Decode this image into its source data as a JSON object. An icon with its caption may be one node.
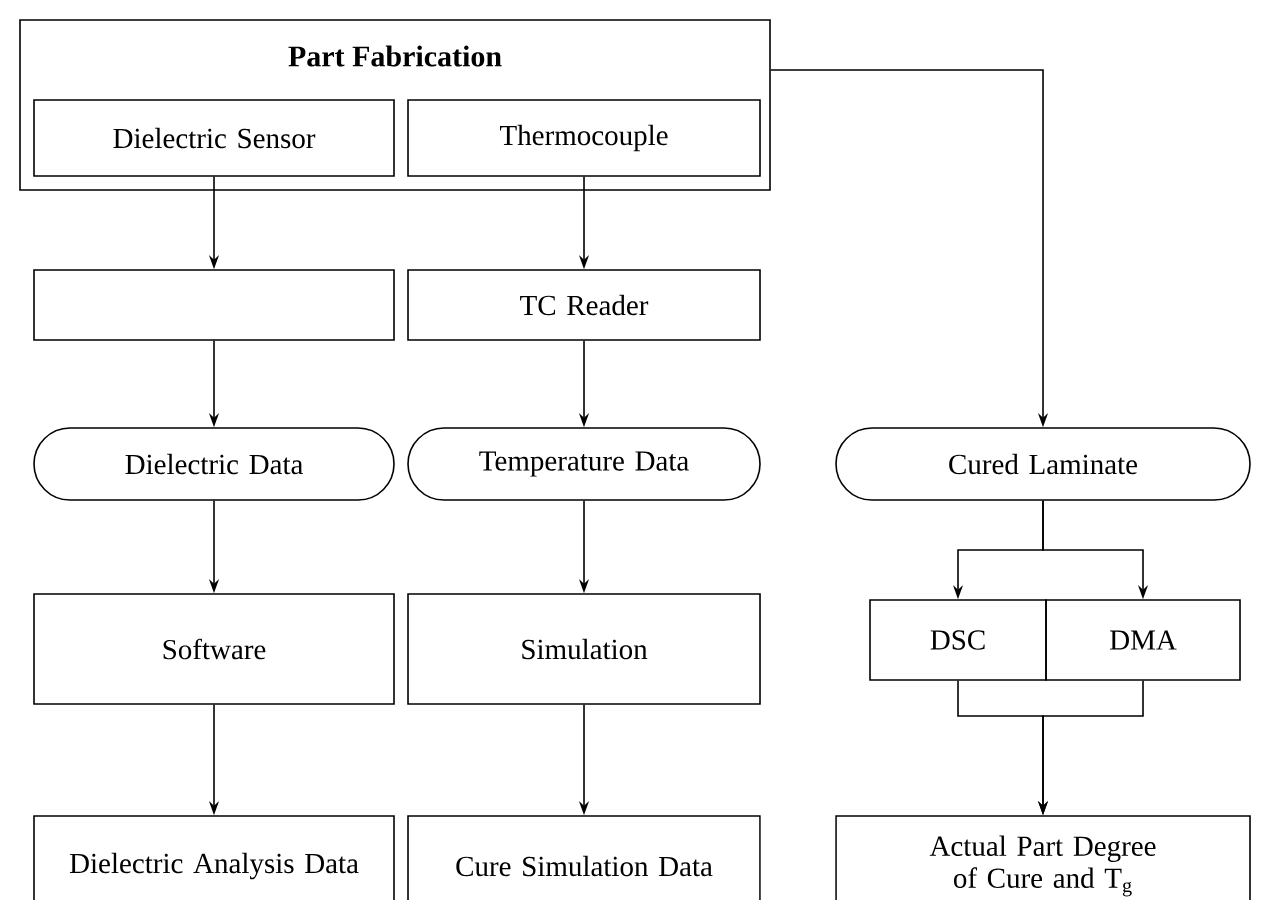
{
  "diagram": {
    "nodes": [
      {
        "text": [
          "Part Fabrication"
        ]
      },
      {
        "text": [
          "Dielectric Sensor"
        ],
        "in": 0
      },
      {
        "text": [
          "Thermocouple"
        ],
        "in": 0
      },
      {
        "text": [],
        "shape": "box"
      },
      {
        "text": [
          "TC Reader"
        ]
      },
      {
        "text": [
          "Dielectric Data"
        ]
      },
      {
        "text": [
          "Temperature Data"
        ]
      },
      {
        "text": [
          "Cured Laminate"
        ]
      },
      {
        "text": [
          "Software"
        ]
      },
      {
        "text": [
          "Simulation"
        ]
      },
      {
        "text": [
          "DSC"
        ]
      },
      {
        "text": [
          "DMA"
        ]
      },
      {
        "text": [
          "Dielectric Analysis Data"
        ]
      },
      {
        "text": [
          "Cure Simulation Data"
        ]
      },
      {
        "text": [
          "Actual Part Degree of Cure and T$_{g}$"
        ]
      }
    ],
    "edges": [
      {
        "from": 1,
        "to": 3,
        "arrow": "to"
      },
      {
        "from": 2,
        "to": 4,
        "arrow": "to"
      },
      {
        "from": 0,
        "to": 7,
        "arrow": "to"
      },
      {
        "from": 3,
        "to": 5,
        "arrow": "to"
      },
      {
        "from": 4,
        "to": 6,
        "arrow": "to"
      },
      {
        "from": 5,
        "to": 8,
        "arrow": "to"
      },
      {
        "from": 6,
        "to": 9,
        "arrow": "to"
      },
      {
        "from": 8,
        "to": 12,
        "arrow": "to"
      },
      {
        "from": 9,
        "to": 13,
        "arrow": "to"
      },
      {
        "from": 7,
        "to": 10,
        "arrow": "to"
      },
      {
        "from": 7,
        "to": 11,
        "arrow": "to"
      },
      {
        "from": 10,
        "to": 14,
        "arrow": "to"
      },
      {
        "from": 11,
        "to": 14,
        "arrow": "to"
      }
    ]
  }
}
